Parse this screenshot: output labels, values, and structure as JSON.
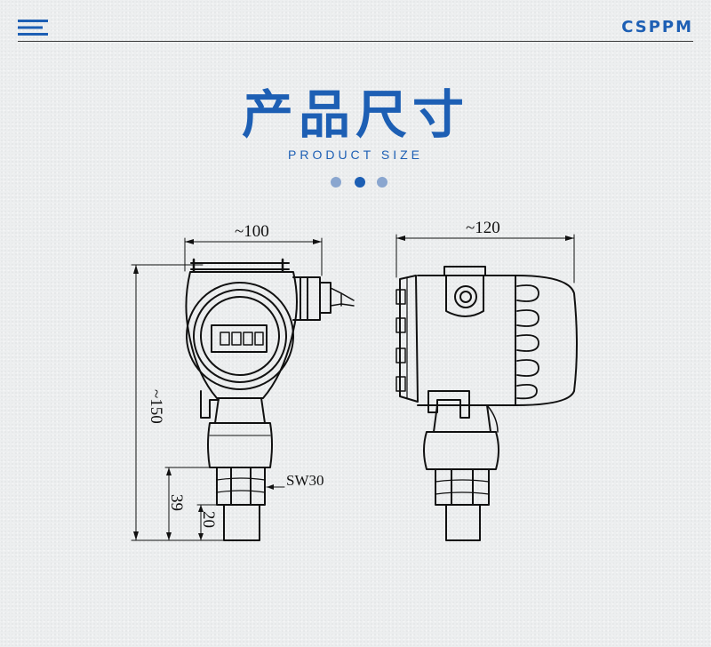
{
  "header": {
    "brand": "CSPPM",
    "menu_icon": "hamburger-menu-icon"
  },
  "section": {
    "title": "产品尺寸",
    "subtitle": "PRODUCT SIZE"
  },
  "pagination": {
    "dots": 3,
    "active_index": 1
  },
  "drawing": {
    "front": {
      "width_label": "~100",
      "height_label": "~150",
      "wrench_label": "SW30",
      "dim_39": "39",
      "dim_20": "20"
    },
    "side": {
      "width_label": "~120"
    }
  },
  "colors": {
    "accent": "#1d5fb4",
    "dot_active": "#1d5fb4",
    "dot_inactive": "#8aa6cf",
    "background": "#eceeef"
  }
}
